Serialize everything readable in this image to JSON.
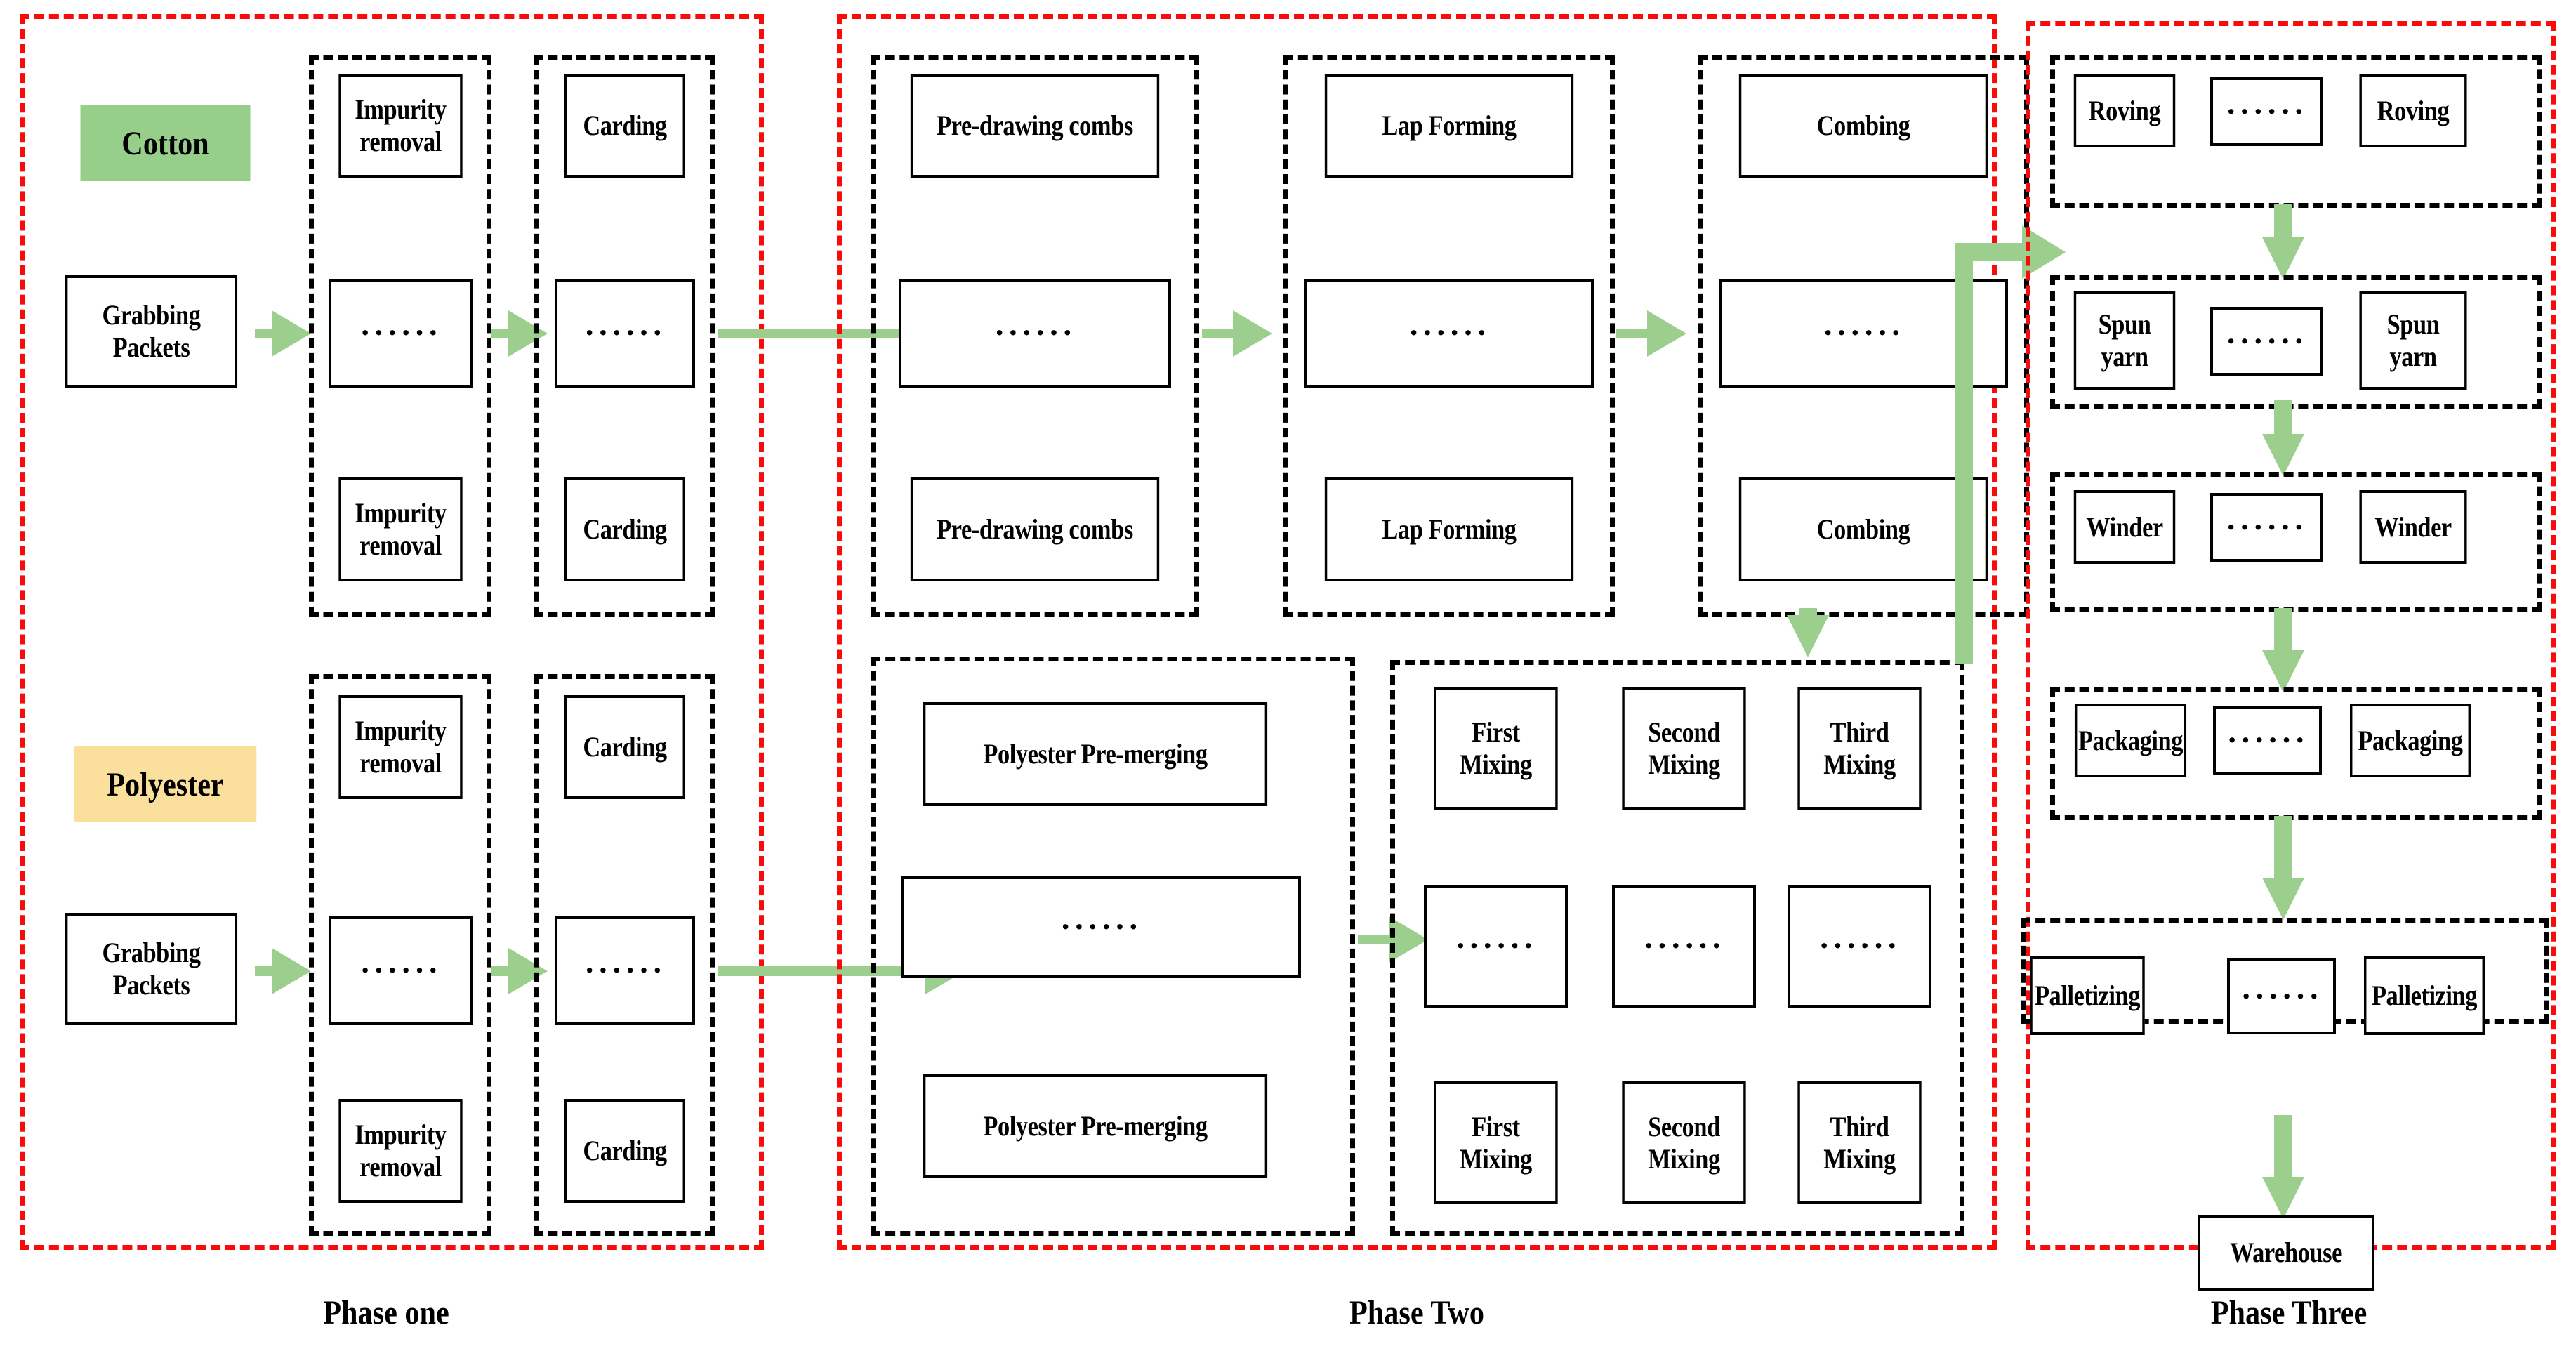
{
  "diagram": {
    "title": "Textile spinning production process flow",
    "colors": {
      "phase_border": "#fb0a0a",
      "group_border": "#000000",
      "arrow": "#9ccf8e",
      "cotton_chip": "#96ce8a",
      "polyester_chip": "#fbdf9c",
      "node_border": "#000000"
    },
    "ellipsis": "······"
  },
  "phases": [
    {
      "id": "phase-one",
      "caption": "Phase one"
    },
    {
      "id": "phase-two",
      "caption": "Phase Two"
    },
    {
      "id": "phase-three",
      "caption": "Phase Three"
    }
  ],
  "phase_one": {
    "cotton": {
      "chip": "Cotton",
      "source": "Grabbing\nPackets",
      "groups": [
        {
          "name": "impurity-removal",
          "items": [
            "Impurity\nremoval",
            "······",
            "Impurity\nremoval"
          ]
        },
        {
          "name": "carding",
          "items": [
            "Carding",
            "······",
            "Carding"
          ]
        }
      ]
    },
    "polyester": {
      "chip": "Polyester",
      "source": "Grabbing\nPackets",
      "groups": [
        {
          "name": "impurity-removal",
          "items": [
            "Impurity\nremoval",
            "······",
            "Impurity\nremoval"
          ]
        },
        {
          "name": "carding",
          "items": [
            "Carding",
            "······",
            "Carding"
          ]
        }
      ]
    }
  },
  "phase_two": {
    "cotton_line": [
      {
        "name": "pre-drawing-combs",
        "items": [
          "Pre-drawing combs",
          "······",
          "Pre-drawing combs"
        ]
      },
      {
        "name": "lap-forming",
        "items": [
          "Lap Forming",
          "······",
          "Lap Forming"
        ]
      },
      {
        "name": "combing",
        "items": [
          "Combing",
          "······",
          "Combing"
        ]
      }
    ],
    "polyester_line": [
      {
        "name": "polyester-pre-merging",
        "items": [
          "Polyester Pre-merging",
          "······",
          "Polyester Pre-merging"
        ]
      }
    ],
    "mixing": {
      "name": "mixing",
      "columns": [
        "First\nMixing",
        "Second\nMixing",
        "Third\nMixing"
      ],
      "ellipsis_row": [
        "······",
        "······",
        "······"
      ]
    }
  },
  "phase_three": {
    "rows": [
      {
        "name": "roving",
        "items": [
          "Roving",
          "······",
          "Roving"
        ]
      },
      {
        "name": "spun-yarn",
        "items": [
          "Spun\nyarn",
          "······",
          "Spun\nyarn"
        ]
      },
      {
        "name": "winder",
        "items": [
          "Winder",
          "······",
          "Winder"
        ]
      },
      {
        "name": "packaging",
        "items": [
          "Packaging",
          "······",
          "Packaging"
        ]
      },
      {
        "name": "palletizing",
        "items": [
          "Palletizing",
          "······",
          "Palletizing"
        ]
      }
    ],
    "warehouse": "Warehouse"
  },
  "chart_data": {
    "type": "diagram",
    "flow": [
      "Cotton → Grabbing Packets → Impurity removal → Carding",
      "Polyester → Grabbing Packets → Impurity removal → Carding",
      "Carding (cotton) → Pre-drawing combs → Lap Forming → Combing",
      "Carding (polyester) → Polyester Pre-merging → Mixing (First / Second / Third)",
      "Combing → Mixing",
      "Mixing → Roving → Spun yarn → Winder → Packaging → Palletizing → Warehouse"
    ]
  }
}
